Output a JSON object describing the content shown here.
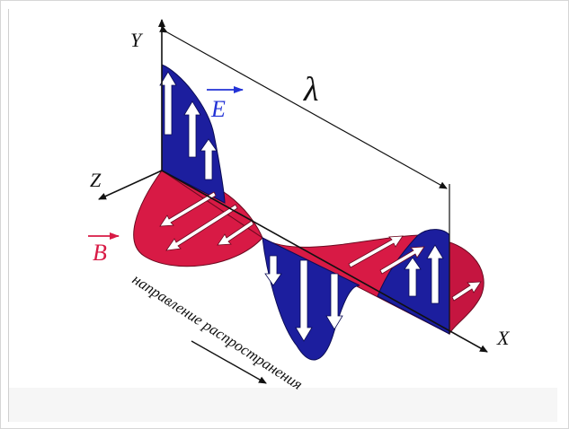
{
  "labels": {
    "y_axis": "Y",
    "z_axis": "Z",
    "x_axis": "X",
    "wavelength": "λ",
    "e_field": "E",
    "b_field": "B",
    "direction": "направление распространения"
  },
  "colors": {
    "electric": "#1c1e9e",
    "magnetic": "#d81a45",
    "axis": "#111111"
  },
  "icons": [
    "e-vector-arrow-icon",
    "b-vector-arrow-icon",
    "propagation-arrow-icon"
  ]
}
